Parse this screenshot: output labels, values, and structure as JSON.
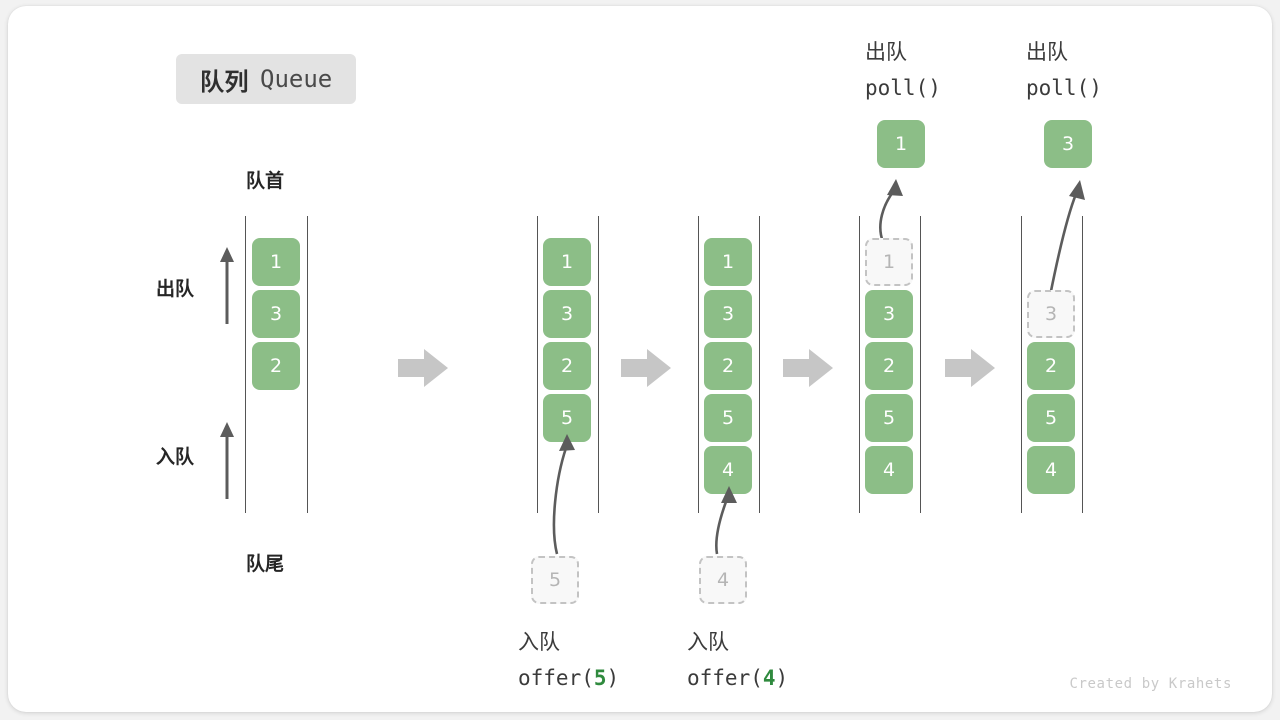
{
  "title": {
    "cn": "队列",
    "en": "Queue"
  },
  "labels": {
    "front": "队首",
    "rear": "队尾",
    "dequeue": "出队",
    "enqueue": "入队"
  },
  "colors": {
    "element_fill": "#8cbe87",
    "element_text": "#ffffff",
    "ghost_fill": "#f8f8f8",
    "ghost_border": "#c3c3c3",
    "ghost_text": "#b5b5b5",
    "rail": "#555555",
    "flow_arrow": "#c6c6c6",
    "accent_green": "#2f8a3e",
    "badge_bg": "#e3e3e3",
    "card_bg": "#ffffff",
    "page_bg": "#f2f2f2"
  },
  "steps": [
    {
      "id": "initial",
      "elements": [
        "1",
        "3",
        "2"
      ],
      "ghost_index": null,
      "ghost_value": null,
      "op_cn": null,
      "op_code": null,
      "op_arg": null,
      "popped": null
    },
    {
      "id": "offer-5",
      "elements": [
        "1",
        "3",
        "2",
        "5"
      ],
      "ghost_index": null,
      "ghost_value": "5",
      "op_cn": "入队",
      "op_code_prefix": "offer(",
      "op_arg": "5",
      "op_code_suffix": ")",
      "popped": null
    },
    {
      "id": "offer-4",
      "elements": [
        "1",
        "3",
        "2",
        "5",
        "4"
      ],
      "ghost_index": null,
      "ghost_value": "4",
      "op_cn": "入队",
      "op_code_prefix": "offer(",
      "op_arg": "4",
      "op_code_suffix": ")",
      "popped": null
    },
    {
      "id": "poll-1",
      "elements": [
        "3",
        "2",
        "5",
        "4"
      ],
      "ghost_index": 0,
      "ghost_value": "1",
      "op_cn": "出队",
      "op_code_prefix": "poll(",
      "op_arg": "",
      "op_code_suffix": ")",
      "popped": "1"
    },
    {
      "id": "poll-3",
      "elements": [
        "2",
        "5",
        "4"
      ],
      "ghost_index": 1,
      "ghost_value": "3",
      "op_cn": "出队",
      "op_code_prefix": "poll(",
      "op_arg": "",
      "op_code_suffix": ")",
      "popped": "3"
    }
  ],
  "op_headers": [
    {
      "cn": "出队",
      "code": "poll()"
    },
    {
      "cn": "出队",
      "code": "poll()"
    }
  ],
  "op_footers": [
    {
      "cn": "入队",
      "code_prefix": "offer(",
      "arg": "5",
      "code_suffix": ")"
    },
    {
      "cn": "入队",
      "code_prefix": "offer(",
      "arg": "4",
      "code_suffix": ")"
    }
  ],
  "watermark": "Created by Krahets"
}
